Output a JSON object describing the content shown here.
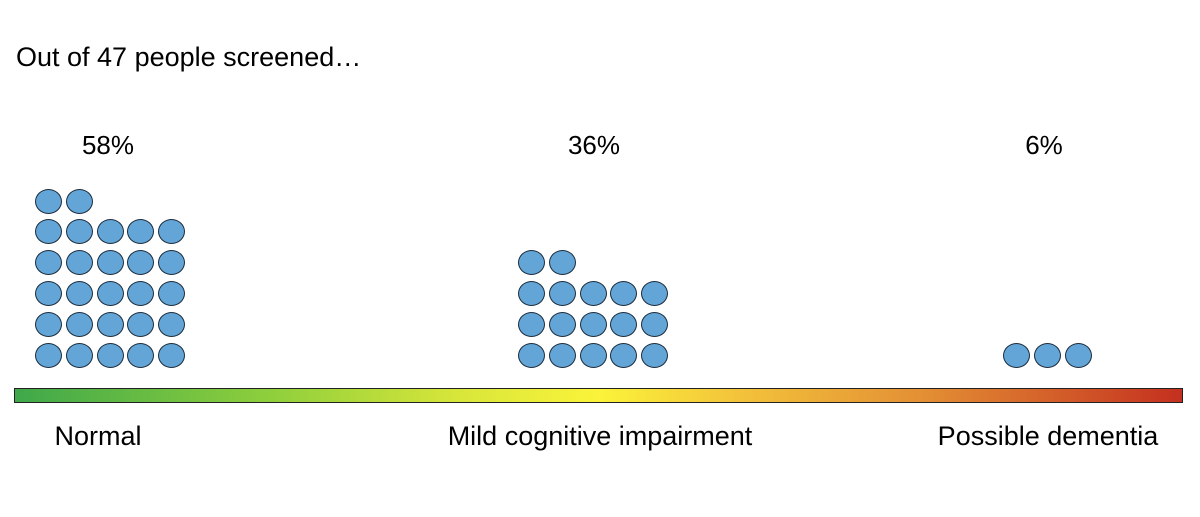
{
  "headline": "Out of 47 people screened…",
  "scale_colors": {
    "left": "#3fa84a",
    "middle": "#fbf33a",
    "right": "#c4301f"
  },
  "dot_color": "#63a5d6",
  "chart_data": {
    "type": "pictograph",
    "total": 47,
    "unit": "person",
    "categories": [
      "Normal",
      "Mild cognitive impairment",
      "Possible dementia"
    ],
    "counts": [
      27,
      17,
      3
    ],
    "percent_labels": [
      "58%",
      "36%",
      "6%"
    ],
    "dots_per_row": 5
  }
}
